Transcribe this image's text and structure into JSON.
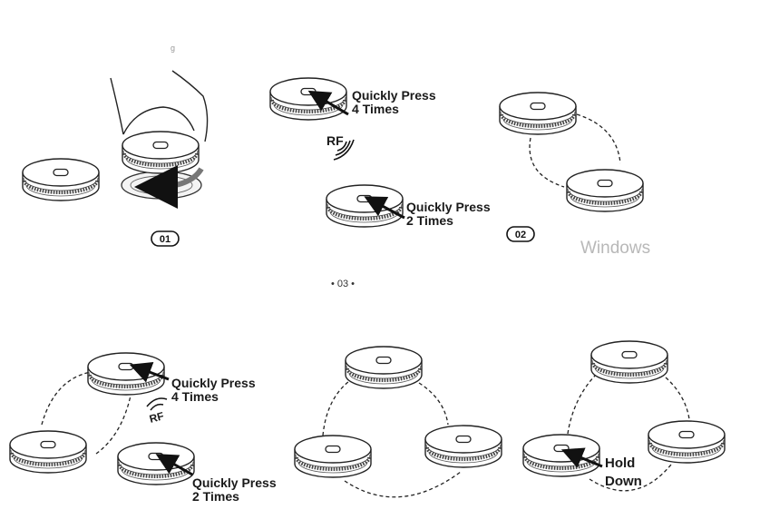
{
  "steps": {
    "step1_badge": "01",
    "step2_badge": "02"
  },
  "top": {
    "press4": [
      "Quickly Press",
      "4 Times"
    ],
    "press2": [
      "Quickly Press",
      "2 Times"
    ],
    "rf": "RF"
  },
  "page_number": "• 03 •",
  "watermark": "Windows",
  "bottom": {
    "press4": [
      "Quickly Press",
      "4 Times"
    ],
    "press2": [
      "Quickly Press",
      "2 Times"
    ],
    "rf": "RF",
    "hold": [
      "Hold",
      "Down"
    ]
  }
}
